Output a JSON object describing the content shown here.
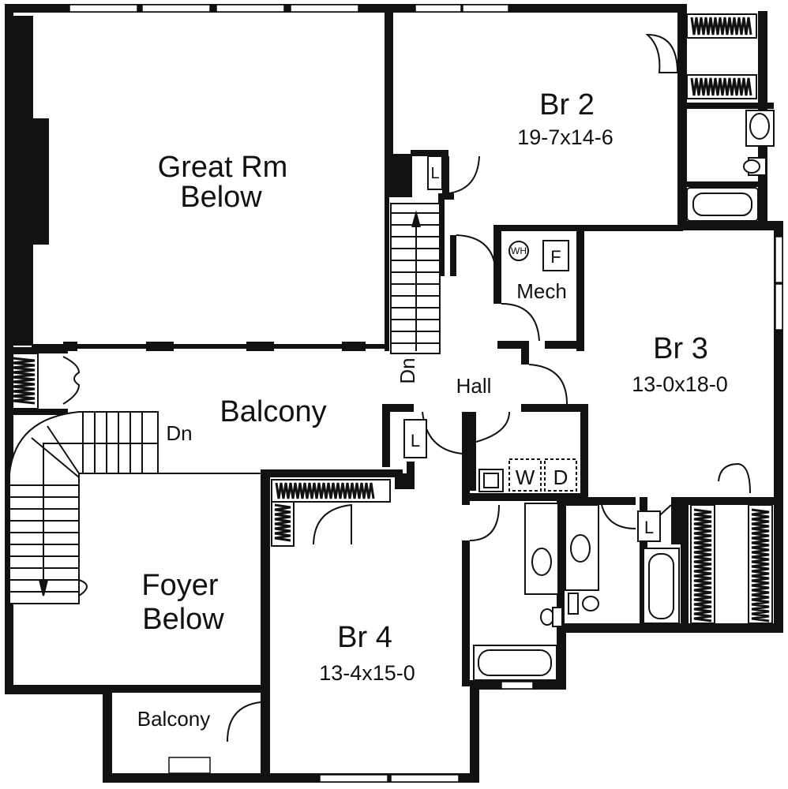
{
  "rooms": {
    "great_rm": {
      "line1": "Great Rm",
      "line2": "Below"
    },
    "br2": {
      "name": "Br 2",
      "dims": "19-7x14-6"
    },
    "br3": {
      "name": "Br 3",
      "dims": "13-0x18-0"
    },
    "br4": {
      "name": "Br 4",
      "dims": "13-4x15-0"
    },
    "foyer": {
      "line1": "Foyer",
      "line2": "Below"
    },
    "balcony": "Balcony",
    "balcony_front": "Balcony",
    "hall": "Hall",
    "mech": "Mech"
  },
  "fixtures": {
    "furnace": "F",
    "water_heater": "WH",
    "washer": "W",
    "dryer": "D",
    "linen_1": "L",
    "linen_2": "L",
    "linen_3": "L"
  },
  "stairs": {
    "main_down": "Dn",
    "foyer_down": "Dn"
  }
}
